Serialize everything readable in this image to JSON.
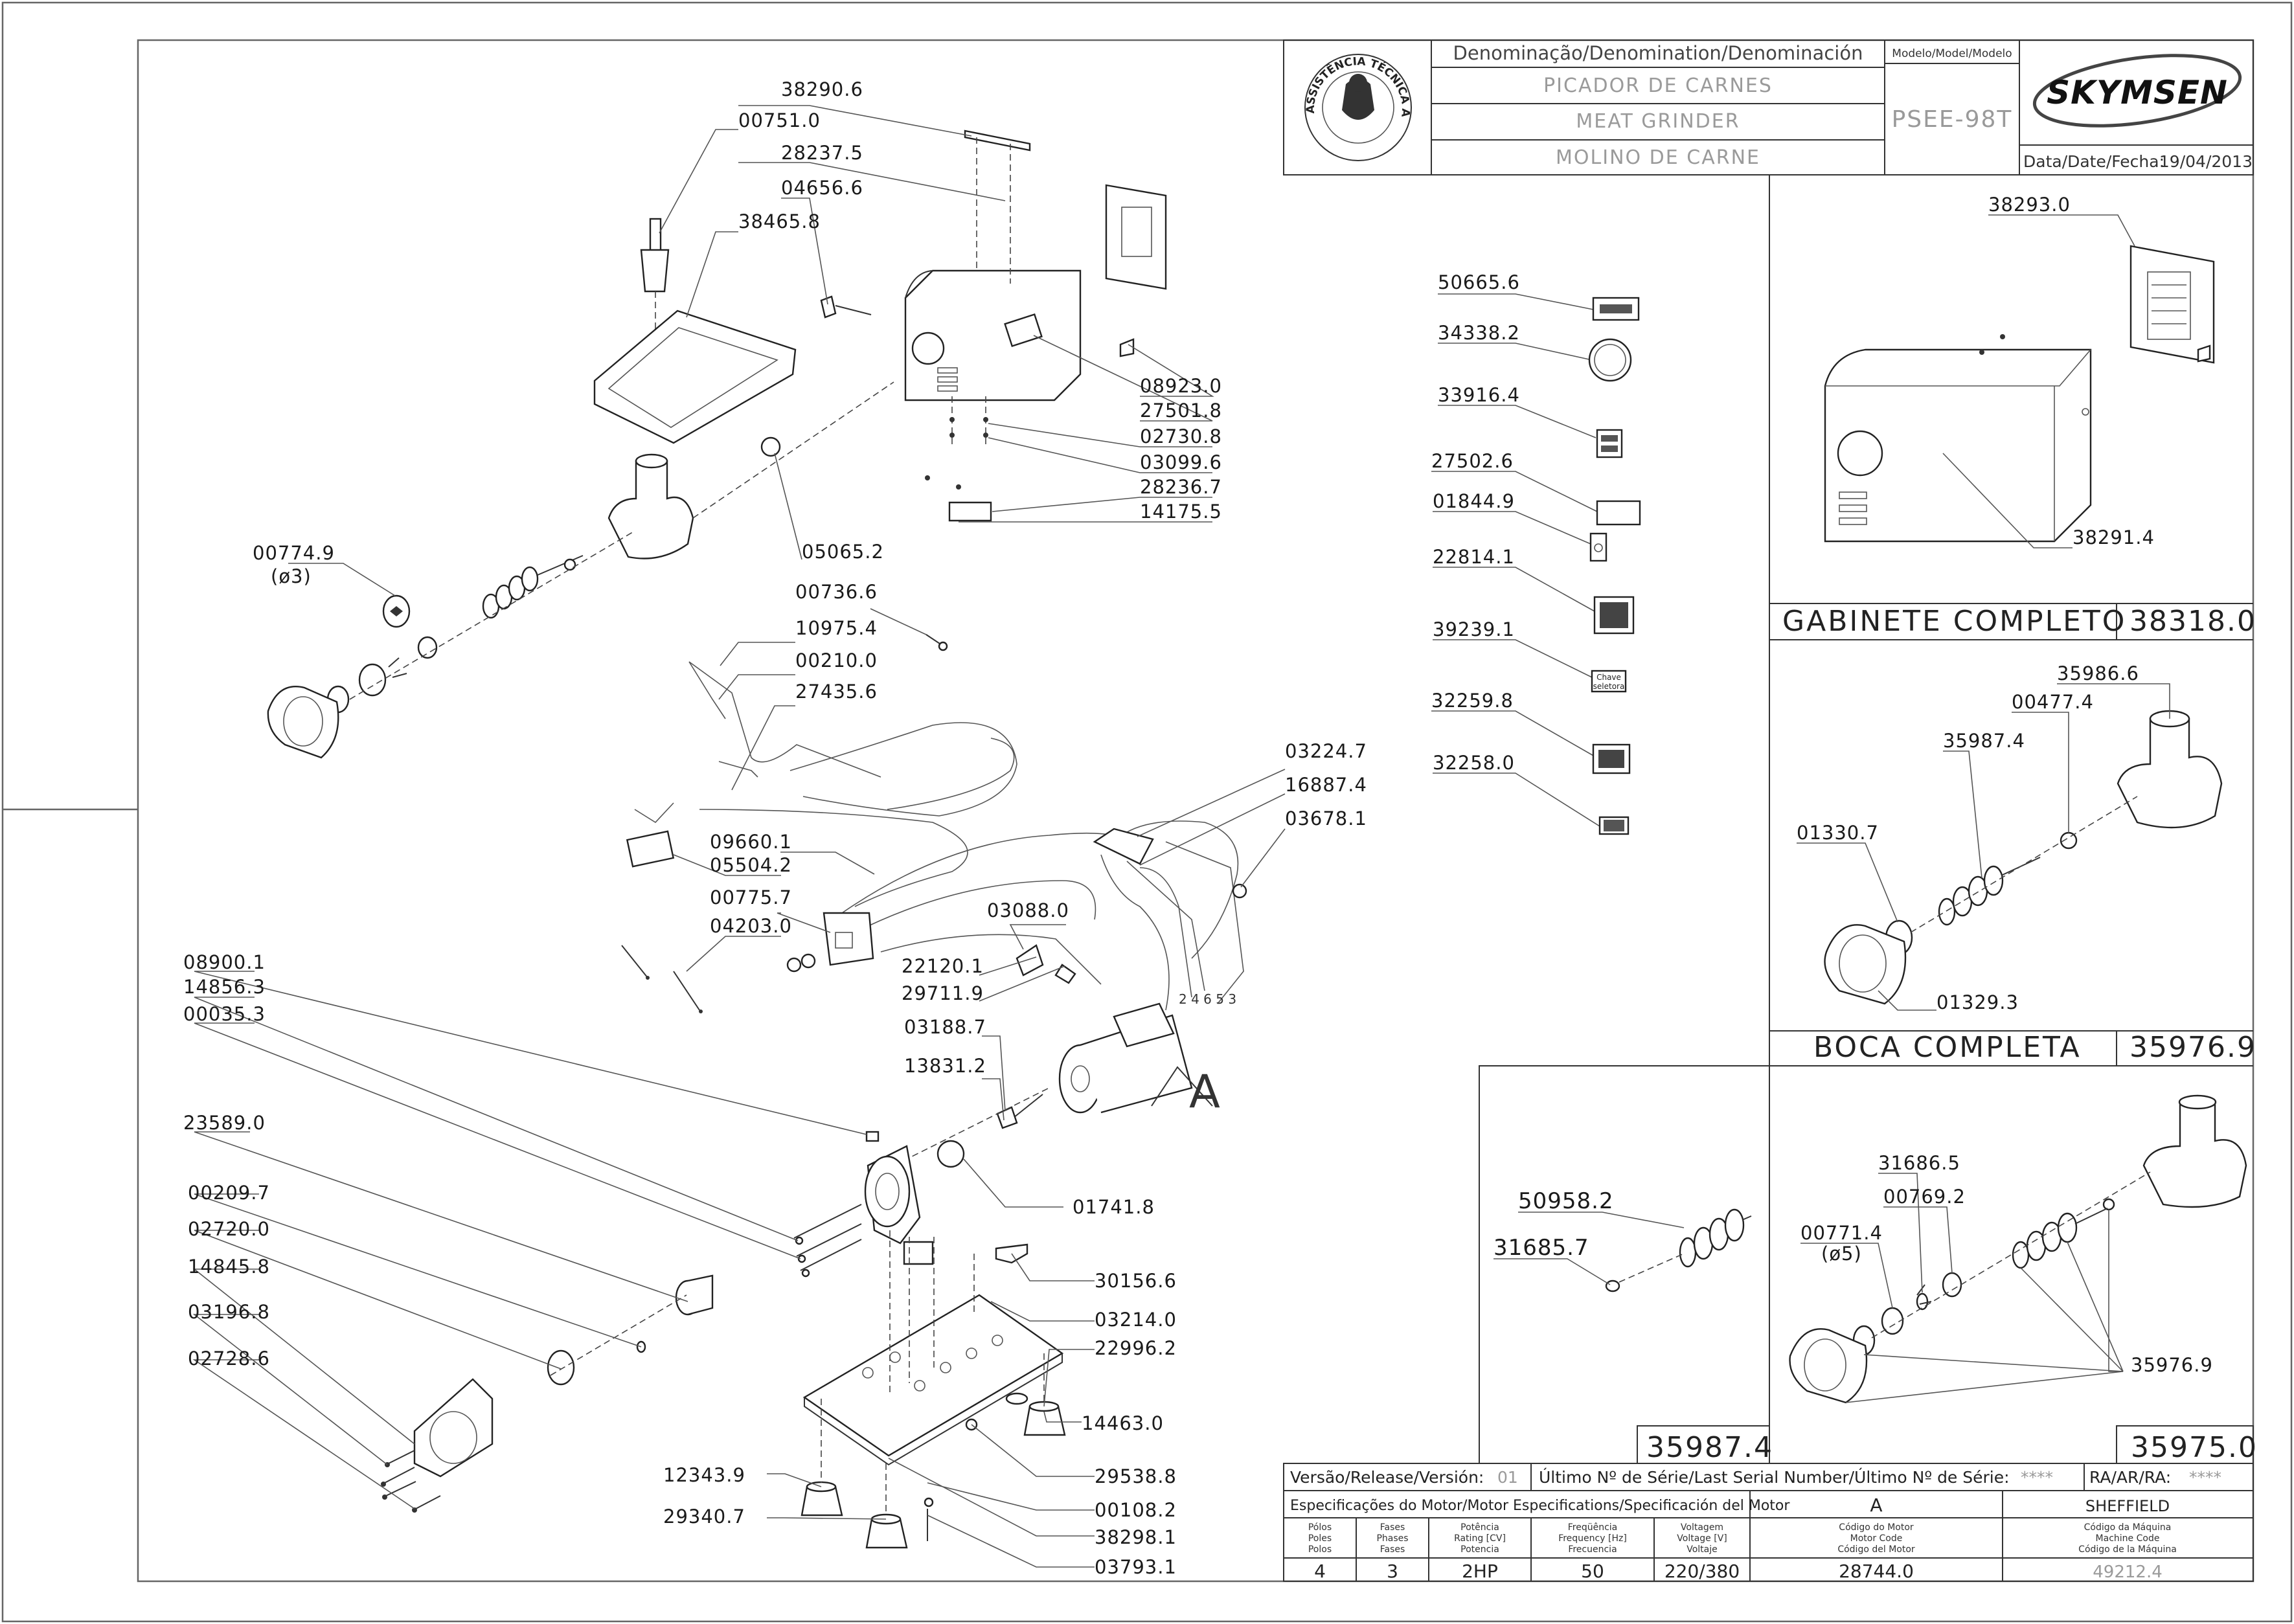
{
  "title_block": {
    "denomination_header": "Denominação/Denomination/Denominación",
    "model_header": "Modelo/Model/Modelo",
    "name_pt": "PICADOR DE CARNES",
    "name_en": "MEAT GRINDER",
    "name_es": "MOLINO DE CARNE",
    "model": "PSEE-98T",
    "brand": "SKYMSEN",
    "date_label": "Data/Date/Fecha:",
    "date": "19/04/2013",
    "seal_text": "ASSISTÊNCIA TÉCNICA AUTORIZADA"
  },
  "main_callouts": [
    {
      "id": "c1",
      "text": "38290.6"
    },
    {
      "id": "c2",
      "text": "00751.0"
    },
    {
      "id": "c3",
      "text": "28237.5"
    },
    {
      "id": "c4",
      "text": "04656.6"
    },
    {
      "id": "c5",
      "text": "38465.8"
    },
    {
      "id": "c6",
      "text": "08923.0"
    },
    {
      "id": "c7",
      "text": "27501.8"
    },
    {
      "id": "c8",
      "text": "02730.8"
    },
    {
      "id": "c9",
      "text": "03099.6"
    },
    {
      "id": "c10",
      "text": "28236.7"
    },
    {
      "id": "c11",
      "text": "14175.5"
    },
    {
      "id": "c12",
      "text": "05065.2"
    },
    {
      "id": "c13",
      "text": "00774.9"
    },
    {
      "id": "c14",
      "text": "(ø3)"
    },
    {
      "id": "c15",
      "text": "00736.6"
    },
    {
      "id": "c16",
      "text": "10975.4"
    },
    {
      "id": "c17",
      "text": "00210.0"
    },
    {
      "id": "c18",
      "text": "27435.6"
    },
    {
      "id": "c19",
      "text": "03224.7"
    },
    {
      "id": "c20",
      "text": "16887.4"
    },
    {
      "id": "c21",
      "text": "03678.1"
    },
    {
      "id": "c22",
      "text": "09660.1"
    },
    {
      "id": "c23",
      "text": "05504.2"
    },
    {
      "id": "c24",
      "text": "00775.7"
    },
    {
      "id": "c25",
      "text": "04203.0"
    },
    {
      "id": "c26",
      "text": "03088.0"
    },
    {
      "id": "c27",
      "text": "22120.1"
    },
    {
      "id": "c28",
      "text": "29711.9"
    },
    {
      "id": "c29",
      "text": "03188.7"
    },
    {
      "id": "c30",
      "text": "13831.2"
    },
    {
      "id": "c31",
      "text": "08900.1"
    },
    {
      "id": "c32",
      "text": "14856.3"
    },
    {
      "id": "c33",
      "text": "00035.3"
    },
    {
      "id": "c34",
      "text": "23589.0"
    },
    {
      "id": "c35",
      "text": "01741.8"
    },
    {
      "id": "c36",
      "text": "00209.7"
    },
    {
      "id": "c37",
      "text": "02720.0"
    },
    {
      "id": "c38",
      "text": "14845.8"
    },
    {
      "id": "c39",
      "text": "03196.8"
    },
    {
      "id": "c40",
      "text": "02728.6"
    },
    {
      "id": "c41",
      "text": "30156.6"
    },
    {
      "id": "c42",
      "text": "03214.0"
    },
    {
      "id": "c43",
      "text": "22996.2"
    },
    {
      "id": "c44",
      "text": "14463.0"
    },
    {
      "id": "c45",
      "text": "12343.9"
    },
    {
      "id": "c46",
      "text": "29538.8"
    },
    {
      "id": "c47",
      "text": "00108.2"
    },
    {
      "id": "c48",
      "text": "29340.7"
    },
    {
      "id": "c49",
      "text": "38298.1"
    },
    {
      "id": "c50",
      "text": "03793.1"
    }
  ],
  "label_callouts": [
    {
      "id": "l1",
      "text": "50665.6"
    },
    {
      "id": "l2",
      "text": "34338.2"
    },
    {
      "id": "l3",
      "text": "33916.4"
    },
    {
      "id": "l4",
      "text": "27502.6"
    },
    {
      "id": "l5",
      "text": "01844.9"
    },
    {
      "id": "l6",
      "text": "22814.1"
    },
    {
      "id": "l7",
      "text": "39239.1"
    },
    {
      "id": "l8",
      "text": "32259.8"
    },
    {
      "id": "l9",
      "text": "32258.0"
    }
  ],
  "sticker_text": {
    "chave": "Chave",
    "seletora": "seletora",
    "motor_letter": "A",
    "terminal_numbers": "2 4 6 5 3"
  },
  "gabinete": {
    "callouts": [
      {
        "id": "g1",
        "text": "38293.0"
      },
      {
        "id": "g2",
        "text": "38291.4"
      }
    ],
    "title": "GABINETE COMPLETO",
    "code": "38318.0"
  },
  "boca": {
    "callouts": [
      {
        "id": "b1",
        "text": "35986.6"
      },
      {
        "id": "b2",
        "text": "00477.4"
      },
      {
        "id": "b3",
        "text": "35987.4"
      },
      {
        "id": "b4",
        "text": "01330.7"
      },
      {
        "id": "b5",
        "text": "01329.3"
      }
    ],
    "title": "BOCA COMPLETA",
    "code": "35976.9"
  },
  "sem_fuso": {
    "callouts": [
      {
        "id": "s1",
        "text": "50958.2"
      },
      {
        "id": "s2",
        "text": "31685.7"
      }
    ],
    "code": "35987.4"
  },
  "kit": {
    "callouts": [
      {
        "id": "k1",
        "text": "31686.5"
      },
      {
        "id": "k2",
        "text": "00769.2"
      },
      {
        "id": "k3",
        "text": "00771.4"
      },
      {
        "id": "k4",
        "text": "(ø5)"
      },
      {
        "id": "k5",
        "text": "35976.9"
      }
    ],
    "code": "35975.0"
  },
  "release_row": {
    "version_label": "Versão/Release/Versión:",
    "version": "01",
    "serial_label": "Último Nº de Série/Last Serial Number/Último Nº de Série:",
    "serial": "****",
    "ra_label": "RA/AR/RA:",
    "ra": "****"
  },
  "motor_spec": {
    "header": "Especificações do Motor/Motor Especifications/Specificación del Motor",
    "motor_letter": "A",
    "machine_name": "SHEFFIELD",
    "columns": [
      {
        "l1": "Pólos",
        "l2": "Poles",
        "l3": "Polos",
        "value": "4"
      },
      {
        "l1": "Fases",
        "l2": "Phases",
        "l3": "Fases",
        "value": "3"
      },
      {
        "l1": "Potência",
        "l2": "Rating [CV]",
        "l3": "Potencia",
        "value": "2HP"
      },
      {
        "l1": "Freqüência",
        "l2": "Frequency [Hz]",
        "l3": "Frecuencia",
        "value": "50"
      },
      {
        "l1": "Voltagem",
        "l2": "Voltage [V]",
        "l3": "Voltaje",
        "value": "220/380"
      },
      {
        "l1": "Código do Motor",
        "l2": "Motor Code",
        "l3": "Código del Motor",
        "value": "28744.0"
      },
      {
        "l1": "Código da Máquina",
        "l2": "Machine Code",
        "l3": "Código de la Máquina",
        "value": "49212.4"
      }
    ]
  }
}
